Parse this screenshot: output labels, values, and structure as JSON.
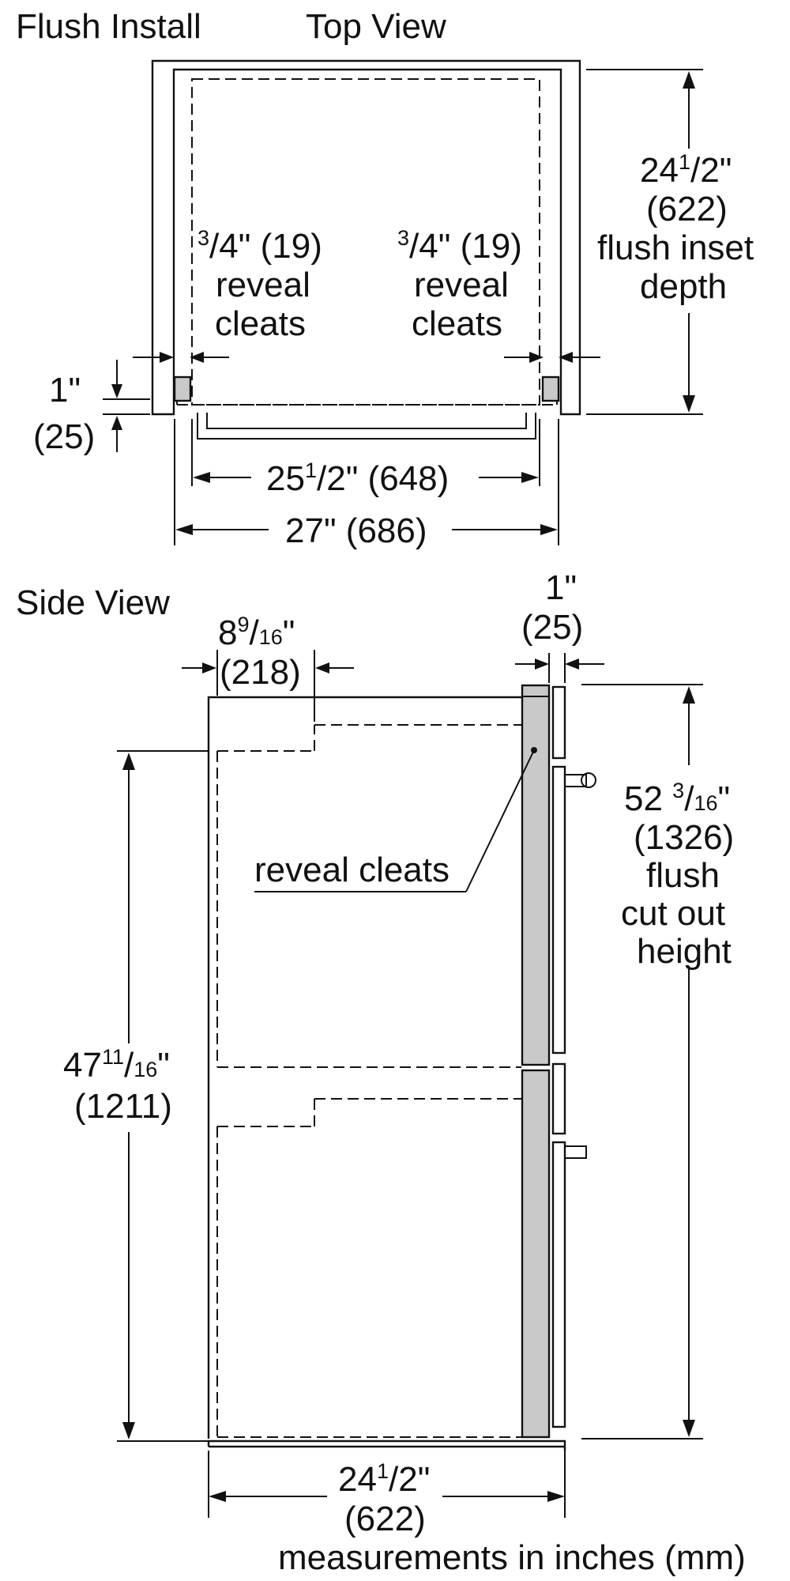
{
  "header": {
    "install_label": "Flush Install",
    "top_view_label": "Top View",
    "side_view_label": "Side View"
  },
  "top_view": {
    "left_reveal": {
      "value": "3/4\" (19)",
      "whole": "",
      "num": "3",
      "den": "4",
      "tail": "\" (19)",
      "word1": "reveal",
      "word2": "cleats"
    },
    "right_reveal": {
      "value": "3/4\" (19)",
      "whole": "",
      "num": "3",
      "den": "4",
      "tail": "\" (19)",
      "word1": "reveal",
      "word2": "cleats"
    },
    "depth": {
      "whole": "24",
      "num": "1",
      "den": "2",
      "tail": "\"",
      "mm": "(622)",
      "line1": "flush inset",
      "line2": "depth"
    },
    "offset": {
      "inch": "1\"",
      "mm": "(25)"
    },
    "inner_width": {
      "whole": "25",
      "num": "1",
      "den": "2",
      "tail": "\" (648)"
    },
    "outer_width": {
      "text": "27\" (686)"
    }
  },
  "side_view": {
    "upper_step": {
      "whole": "8",
      "num": "9",
      "den": "16",
      "tail": "\"",
      "mm": "(218)"
    },
    "door_offset": {
      "inch": "1\"",
      "mm": "(25)"
    },
    "cleat_callout": "reveal cleats",
    "cutout_height": {
      "whole": "52 ",
      "num": "3",
      "den": "16",
      "tail": "\"",
      "mm": "(1326)",
      "line1": "flush",
      "line2": "cut out",
      "line3": "height"
    },
    "lower_height": {
      "whole": "47",
      "num": "11",
      "den": "16",
      "tail": "\"",
      "mm": "(1211)"
    },
    "depth": {
      "whole": "24",
      "num": "1",
      "den": "2",
      "tail": "\"",
      "mm": "(622)"
    }
  },
  "footer": {
    "units_note": "measurements in inches (mm)"
  }
}
